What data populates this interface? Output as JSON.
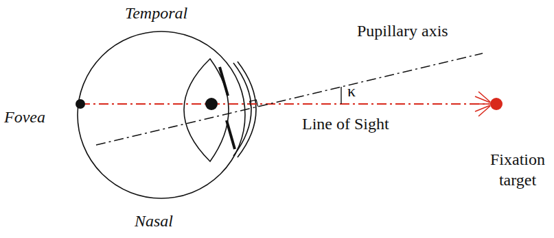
{
  "diagram": {
    "labels": [
      "Temporal",
      "Pupillary axis",
      "κ",
      "Fovea",
      "Line of Sight",
      "Fixation target",
      "Nasal"
    ]
  }
}
